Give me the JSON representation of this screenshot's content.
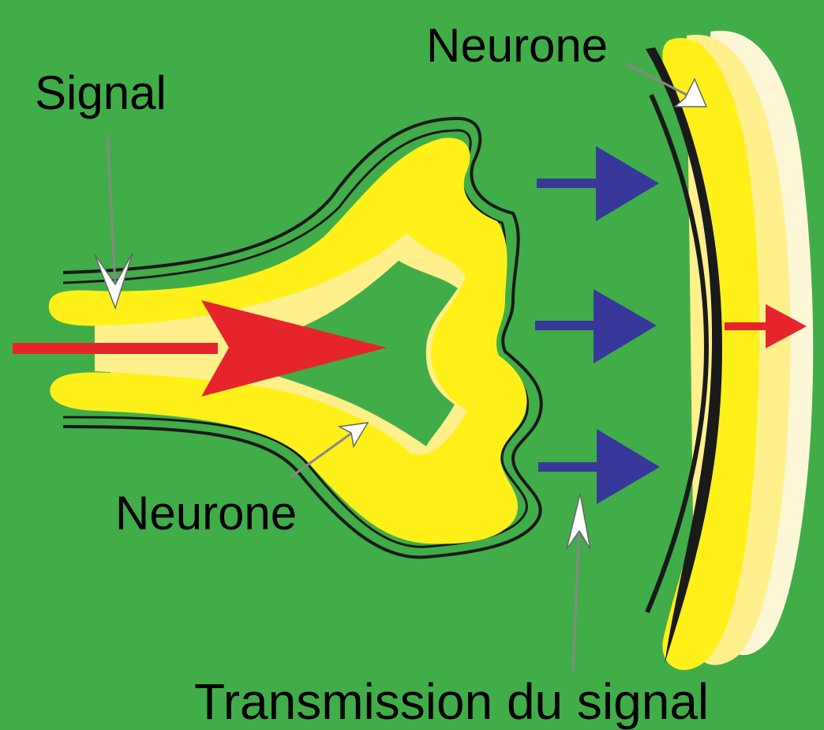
{
  "labels": {
    "signal": "Signal",
    "neurone_top": "Neurone",
    "neurone_bottom": "Neurone",
    "transmission": "Transmission du signal"
  },
  "colors": {
    "background": "#41ad49",
    "neuron_yellow": "#fff01a",
    "neuron_pale": "#fff08c",
    "neuron_cream": "#fdf7d8",
    "membrane": "#1a1a1a",
    "signal_red": "#e5252b",
    "transmitter_blue": "#38379a",
    "pointer_arrow": "#ffffff"
  }
}
